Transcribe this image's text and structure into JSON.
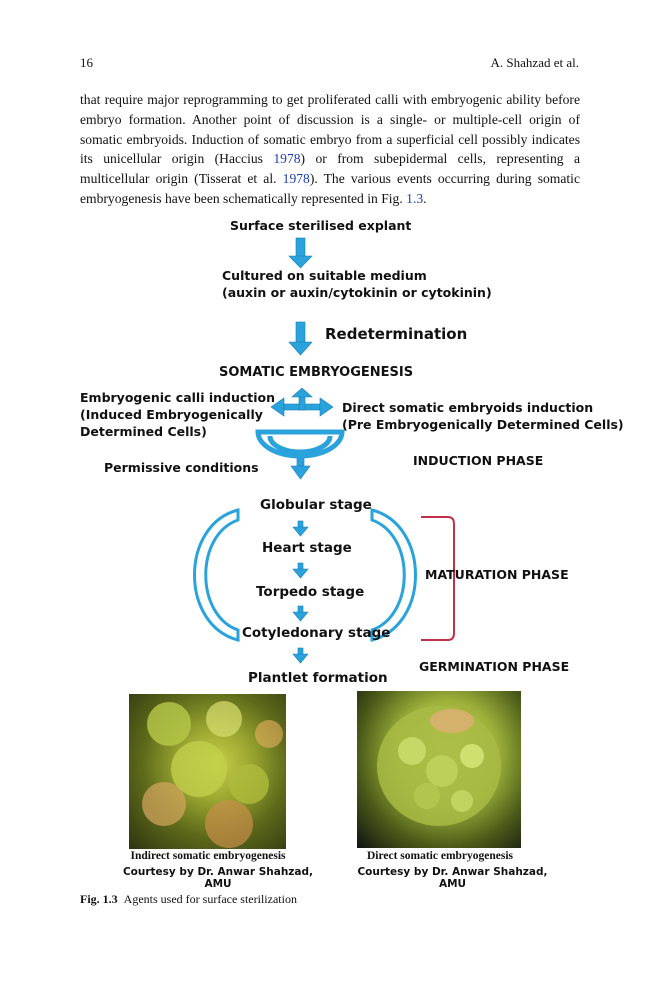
{
  "header": {
    "page_number": "16",
    "running_head": "A. Shahzad et al."
  },
  "body": {
    "text_a": "that require major reprogramming to get proliferated calli with embryogenic ability before embryo formation. Another point of discussion is a single- or multiple-cell origin of somatic embryoids. Induction of somatic embryo from a superficial cell possibly indicates its unicellular origin (Haccius ",
    "ref1": "1978",
    "text_b": ") or from subepidermal cells, representing a multicellular origin (Tisserat et al. ",
    "ref2": "1978",
    "text_c": "). The various events occurring during somatic embryogenesis have been schematically represented in Fig. ",
    "ref3": "1.3",
    "text_d": "."
  },
  "figure": {
    "step1": "Surface sterilised explant",
    "step2_line1": "Cultured on suitable medium",
    "step2_line2": "(auxin or auxin/cytokinin or cytokinin)",
    "redetermination": "Redetermination",
    "somatic": "SOMATIC EMBRYOGENESIS",
    "left_line1": "Embryogenic calli induction",
    "left_line2": "(Induced Embryogenically",
    "left_line3": "Determined Cells)",
    "right_line1": "Direct somatic embryoids induction",
    "right_line2": "(Pre Embryogenically Determined Cells)",
    "permissive": "Permissive conditions",
    "induction_phase": "INDUCTION PHASE",
    "globular": "Globular  stage",
    "heart": "Heart stage",
    "torpedo": "Torpedo  stage",
    "cotyledonary": "Cotyledonary  stage",
    "maturation_phase": "MATURATION PHASE",
    "germination_phase": "GERMINATION PHASE",
    "plantlet": "Plantlet formation",
    "photo_left_caption": "Indirect  somatic  embryogenesis",
    "photo_left_credit": "Courtesy by Dr. Anwar Shahzad, AMU",
    "photo_right_caption": "Direct  somatic  embryogenesis",
    "photo_right_credit": "Courtesy by Dr. Anwar Shahzad, AMU"
  },
  "caption": {
    "label": "Fig. 1.3",
    "text": "Agents used for surface sterilization"
  },
  "colors": {
    "arrow_blue": "#2aa3dc",
    "bracket_red": "#c0304a"
  }
}
